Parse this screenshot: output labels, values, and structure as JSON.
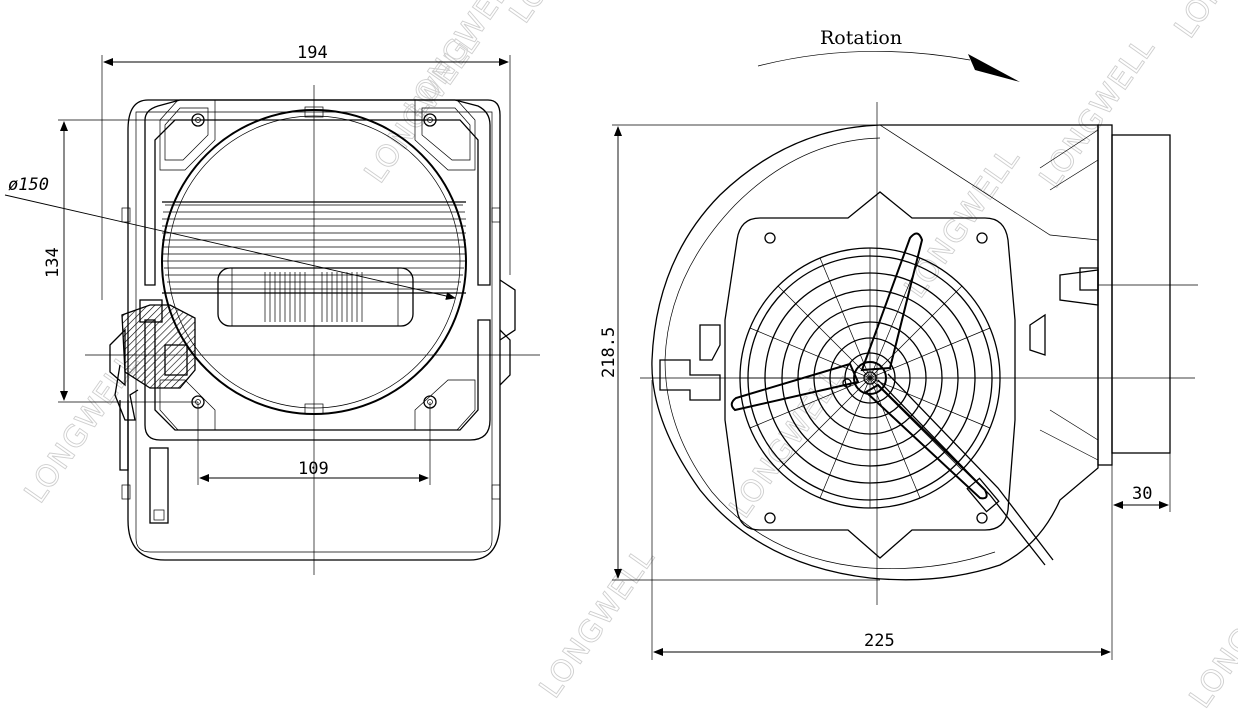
{
  "annotations": {
    "front_width": "194",
    "front_height": "134",
    "inlet_diameter": "ø150",
    "mount_spacing": "109",
    "rotation_label": "Rotation",
    "side_height": "218.5",
    "side_width": "225",
    "outlet_depth": "30"
  },
  "watermark": "LONGWELL"
}
